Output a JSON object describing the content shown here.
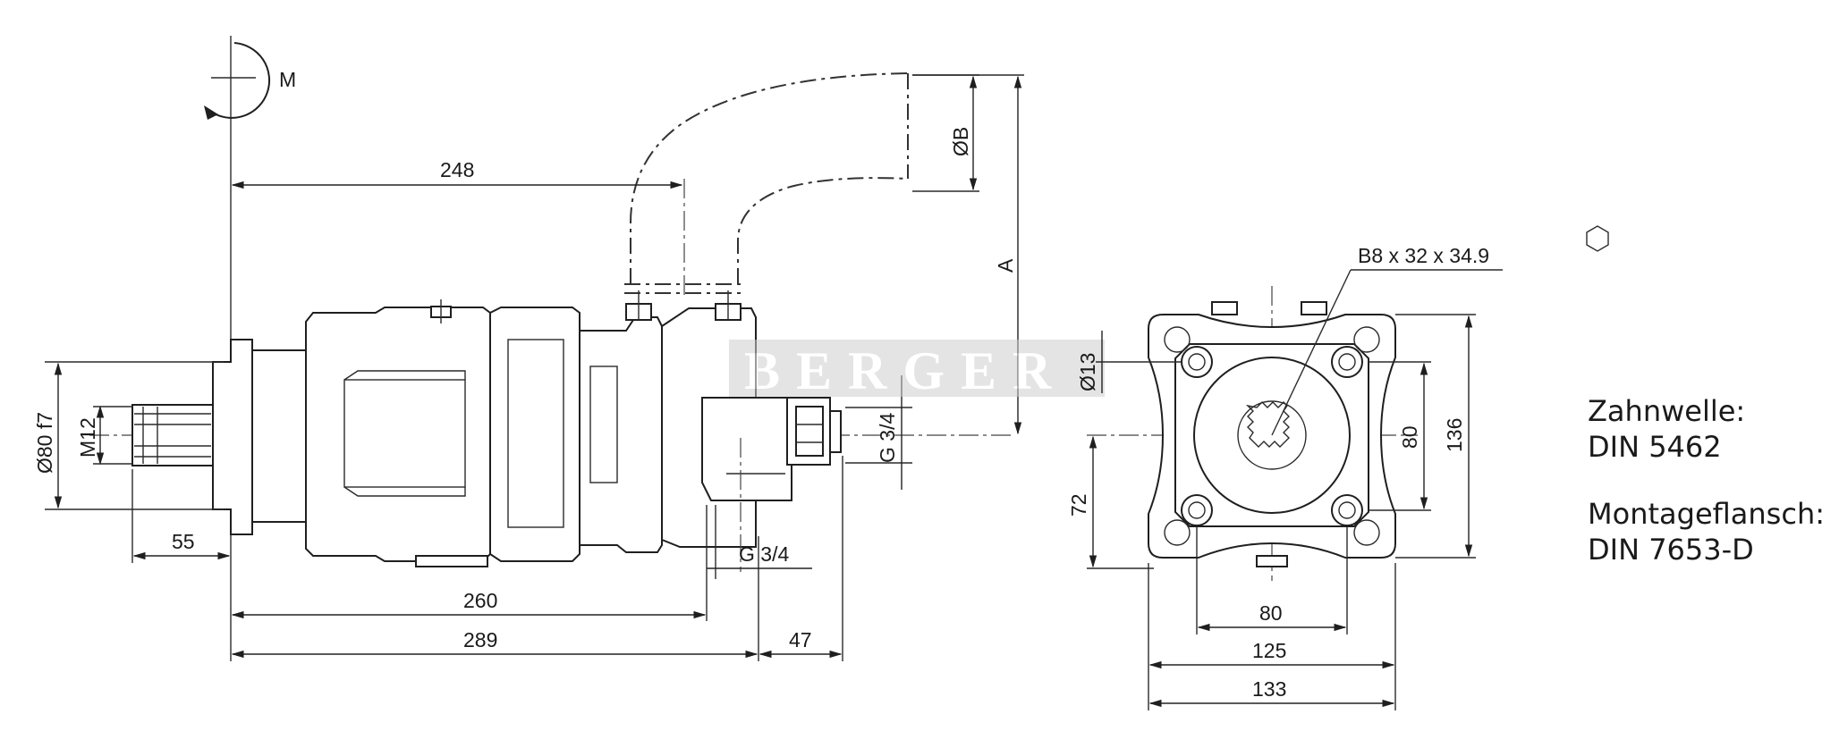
{
  "rotation_label": "M",
  "dimensions": {
    "d248": "248",
    "d260": "260",
    "d289": "289",
    "d55": "55",
    "d47": "47",
    "dA": "A",
    "dB": "ØB",
    "d80f7": "Ø80 f7",
    "dM12": "M12",
    "dG34_side": "G 3/4",
    "dG34_bottom": "G 3/4",
    "d13": "Ø13",
    "d72": "72",
    "d80v": "80",
    "d136": "136",
    "d80h": "80",
    "d125": "125",
    "d133": "133",
    "spline": "B8 x 32 x 34.9"
  },
  "watermark": "BERGER",
  "notes": {
    "shaft_line1": "Zahnwelle:",
    "shaft_line2": "DIN 5462",
    "flange_line1": "Montageflansch:",
    "flange_line2": "DIN 7653-D"
  }
}
